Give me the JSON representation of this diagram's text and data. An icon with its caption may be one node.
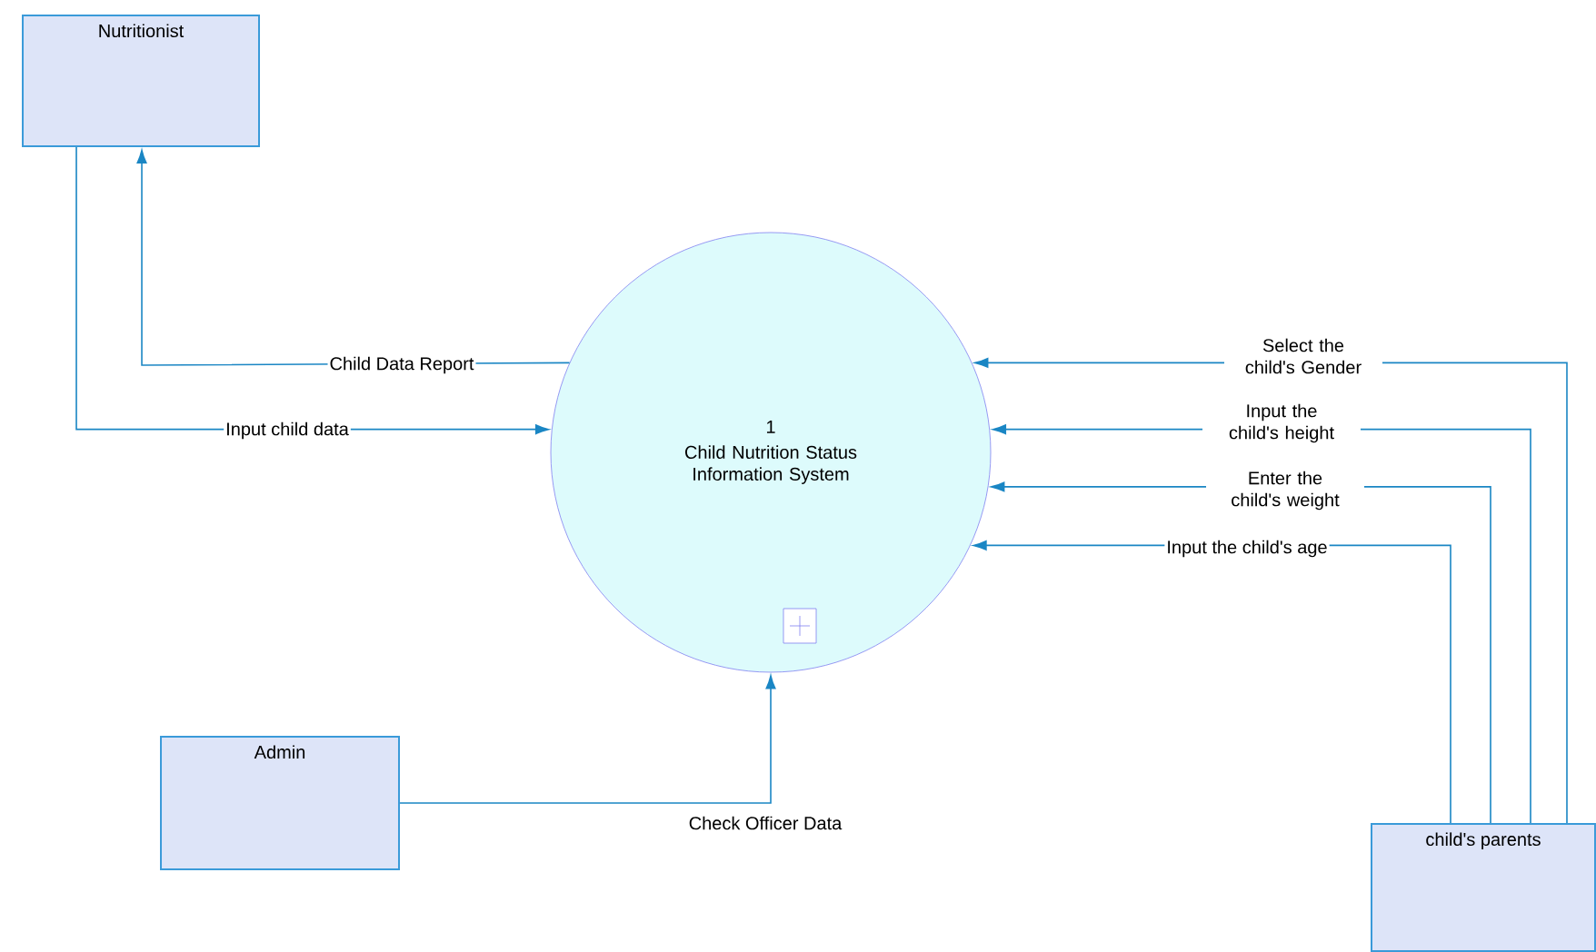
{
  "diagram": {
    "nodes": [
      {
        "text": [
          "Nutritionist"
        ]
      },
      {
        "text": [
          "1",
          "Child Nutrition Status Information System"
        ]
      },
      {
        "text": [
          "Admin"
        ]
      },
      {
        "text": [
          "child's parents"
        ]
      }
    ],
    "edges": [
      {
        "from": 1,
        "to": 0,
        "arrow": "to",
        "label": "Child Data Report"
      },
      {
        "from": 0,
        "to": 1,
        "arrow": "to",
        "label": "Input child data"
      },
      {
        "from": 2,
        "to": 1,
        "arrow": "to",
        "label": "Check Officer Data"
      },
      {
        "from": 3,
        "to": 1,
        "arrow": "to",
        "label": "Select the child's Gender"
      },
      {
        "from": 3,
        "to": 1,
        "arrow": "to",
        "label": "Input the child's height"
      },
      {
        "from": 3,
        "to": 1,
        "arrow": "to",
        "label": "Enter the child's weight"
      },
      {
        "from": 3,
        "to": 1,
        "arrow": "to",
        "label": "Input the child's age"
      }
    ]
  }
}
